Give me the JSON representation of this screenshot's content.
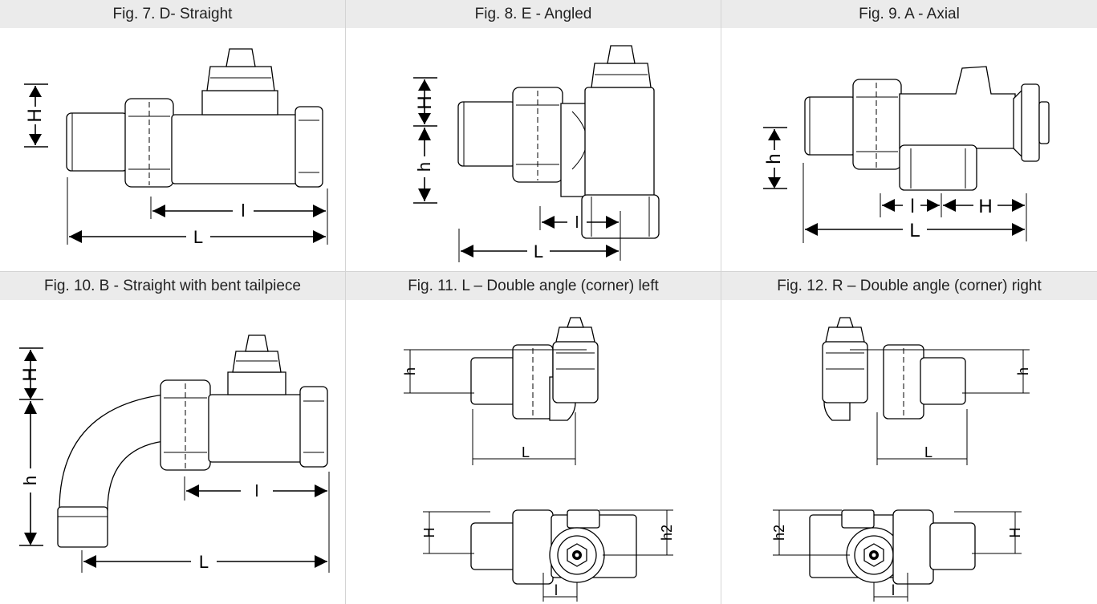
{
  "figures": [
    {
      "caption": "Fig. 7. D- Straight",
      "labels": {
        "H": "H",
        "l": "l",
        "L": "L"
      }
    },
    {
      "caption": "Fig. 8. E - Angled",
      "labels": {
        "H": "H",
        "h": "h",
        "l": "l",
        "L": "L"
      }
    },
    {
      "caption": "Fig. 9. A - Axial",
      "labels": {
        "h": "h",
        "l": "l",
        "H": "H",
        "L": "L"
      }
    },
    {
      "caption": "Fig. 10. B - Straight with bent tailpiece",
      "labels": {
        "H": "H",
        "h": "h",
        "l": "l",
        "L": "L"
      }
    },
    {
      "caption": "Fig. 11. L – Double angle (corner) left",
      "labels": {
        "h": "h",
        "L": "L",
        "H": "H",
        "h2": "h2",
        "l": "l"
      }
    },
    {
      "caption": "Fig. 12. R – Double angle (corner) right",
      "labels": {
        "h": "h",
        "L": "L",
        "h2": "h2",
        "H": "H",
        "l": "l"
      }
    }
  ]
}
